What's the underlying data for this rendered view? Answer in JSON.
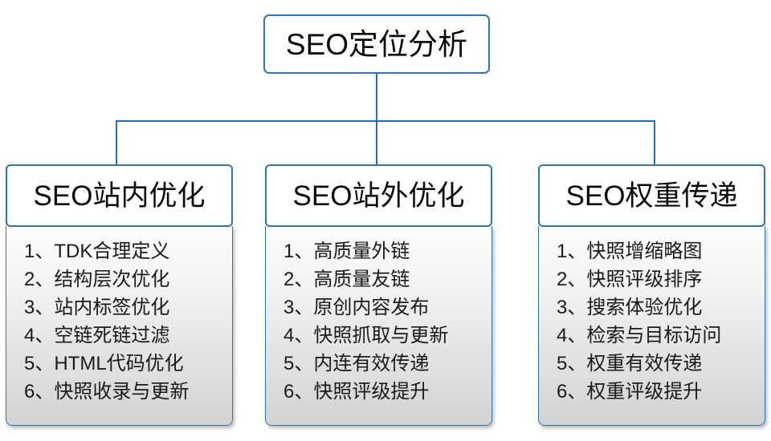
{
  "diagram": {
    "type": "hierarchy-tree",
    "root": {
      "label": "SEO定位分析"
    },
    "colors": {
      "border_blue": "#2E75B6",
      "connector_blue": "#1F6FC0",
      "text_dark": "#0b0b0b",
      "list_bg_top": "#fdfdfd",
      "list_bg_bottom": "#d3d3d3"
    },
    "branches": [
      {
        "header": "SEO站内优化",
        "items": [
          "1、TDK合理定义",
          "2、结构层次优化",
          "3、站内标签优化",
          "4、空链死链过滤",
          "5、HTML代码优化",
          "6、快照收录与更新"
        ]
      },
      {
        "header": "SEO站外优化",
        "items": [
          "1、高质量外链",
          "2、高质量友链",
          "3、原创内容发布",
          "4、快照抓取与更新",
          "5、内连有效传递",
          "6、快照评级提升"
        ]
      },
      {
        "header": "SEO权重传递",
        "items": [
          "1、快照增缩略图",
          "2、快照评级排序",
          "3、搜索体验优化",
          "4、检索与目标访问",
          "5、权重有效传递",
          "6、权重评级提升"
        ]
      }
    ]
  }
}
